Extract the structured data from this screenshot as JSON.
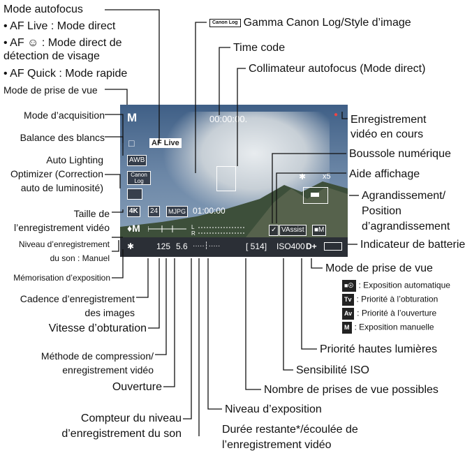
{
  "screen": {
    "mode": "M",
    "timecode": "00:00:00.",
    "drive": "□",
    "af_live": "AF Live",
    "awb": "AWB",
    "canon_log": "Canon Log",
    "size": "4K",
    "frame_rate": "24",
    "compression": "MJPG",
    "remaining": "01:00:00",
    "star": "✱",
    "shutter": "125",
    "aperture": "5.6",
    "exp_scale": "·····┆·····",
    "shots": "[ 514]",
    "iso": "ISO400",
    "d_plus": "D+",
    "magnify": "x5",
    "vassist": "VAssist",
    "star_small": "✱"
  },
  "labels": {
    "af_mode": "Mode autofocus",
    "af_direct": "• AF Live : Mode direct",
    "af_face": "• AF ☺ : Mode direct de\n     détection de visage",
    "af_quick": "• AF Quick : Mode rapide",
    "shoot_mode_top": "Mode de prise de vue",
    "drive_mode": "Mode d’acquisition",
    "white_balance": "Balance des blancs",
    "alo": "Auto Lighting\nOptimizer (Correction\nauto de luminosité)",
    "rec_size": "Taille de\nl’enregistrement vidéo",
    "sound_level": "Niveau d’enregistrement\ndu son : Manuel",
    "ae_lock": "Mémorisation d’exposition",
    "frame_rate": "Cadence d’enregistrement\ndes images",
    "shutter_speed": "Vitesse d’obturation",
    "compression": "Méthode de compression/\nenregistrement vidéo",
    "aperture": "Ouverture",
    "sound_meter": "Compteur du niveau\nd’enregistrement du son",
    "duration": "Durée restante*/écoulée de\nl’enregistrement vidéo",
    "exposure_level": "Niveau d’exposition",
    "shots_possible": "Nombre de prises de vue possibles",
    "iso": "Sensibilité ISO",
    "highlight": "Priorité hautes lumières",
    "shoot_mode_right": "Mode de prise de vue",
    "mode_auto": ": Exposition automatique",
    "mode_tv": ": Priorité à l’obturation",
    "mode_av": ": Priorité à l’ouverture",
    "mode_m": ": Exposition manuelle",
    "battery": "Indicateur de batterie",
    "magnification": "Agrandissement/\nPosition\nd’agrandissement",
    "display_aid": "Aide affichage",
    "compass": "Boussole numérique",
    "recording": "Enregistrement\nvidéo en cours",
    "af_point": "Collimateur autofocus (Mode direct)",
    "time_code": "Time code",
    "canon_log_style": "Gamma Canon Log/Style d’image",
    "canon_log_icon": "Canon Log",
    "icon_auto": "■☉",
    "icon_tv": "Tv",
    "icon_av": "Av",
    "icon_m": "M"
  }
}
